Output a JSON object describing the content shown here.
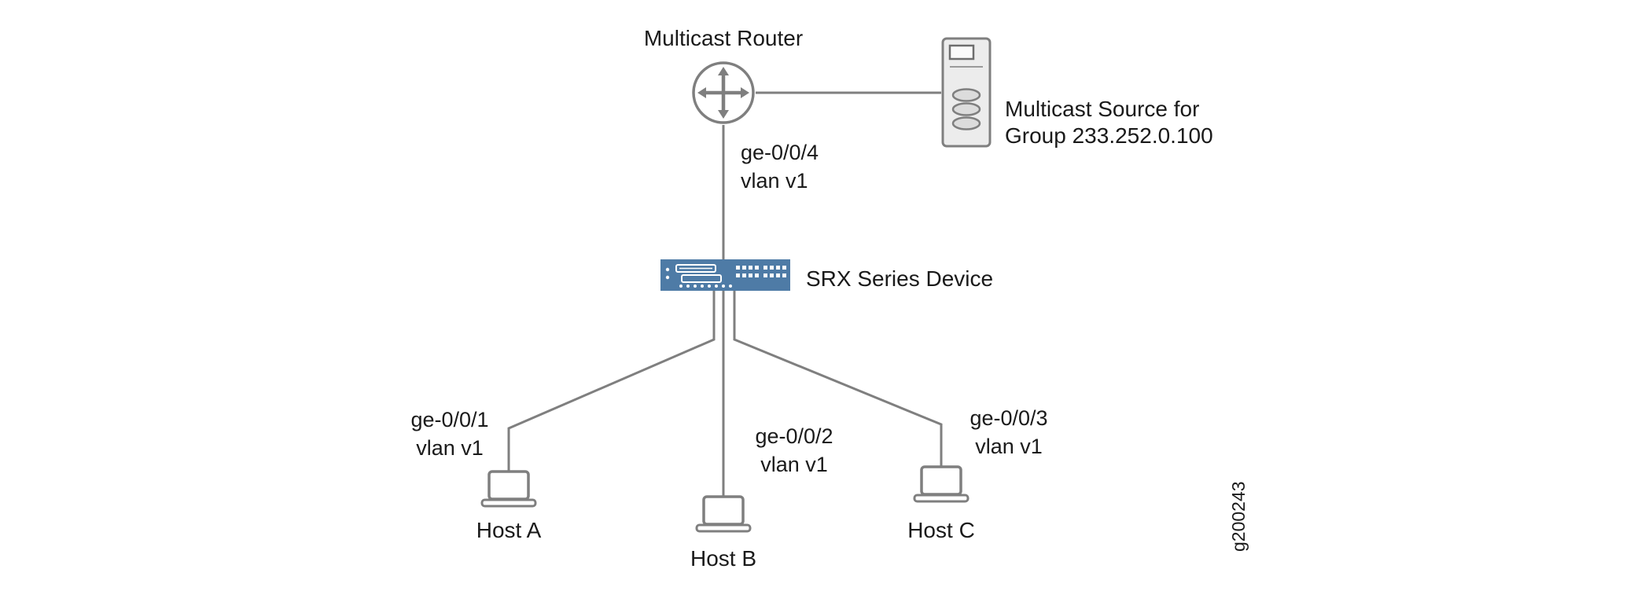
{
  "figure": {
    "id": "g200243"
  },
  "colors": {
    "line": "#7f7f7f",
    "text": "#1a1a1a",
    "icon_outline": "#7f7f7f",
    "srx_blue": "#4e7ba6",
    "server_fill": "#ececec"
  },
  "nodes": {
    "multicast_router": {
      "label": "Multicast Router"
    },
    "multicast_source": {
      "label_line1": "Multicast Source for",
      "label_line2": "Group 233.252.0.100"
    },
    "srx_device": {
      "label": "SRX Series Device"
    },
    "host_a": {
      "label": "Host A"
    },
    "host_b": {
      "label": "Host B"
    },
    "host_c": {
      "label": "Host C"
    }
  },
  "links": {
    "router_srx": {
      "interface": "ge-0/0/4",
      "vlan": "vlan v1"
    },
    "srx_host_a": {
      "interface": "ge-0/0/1",
      "vlan": "vlan v1"
    },
    "srx_host_b": {
      "interface": "ge-0/0/2",
      "vlan": "vlan v1"
    },
    "srx_host_c": {
      "interface": "ge-0/0/3",
      "vlan": "vlan v1"
    }
  }
}
